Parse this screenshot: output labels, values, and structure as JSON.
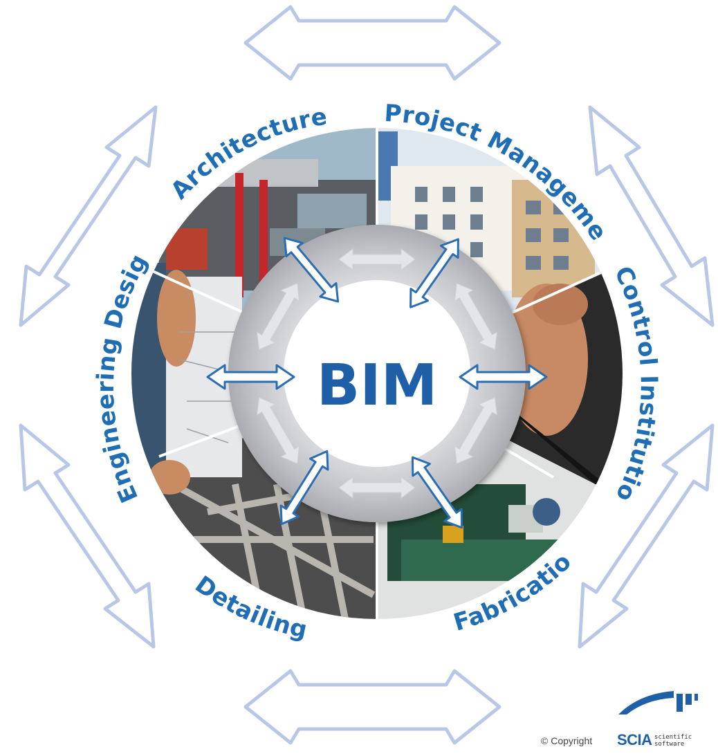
{
  "center": {
    "label": "BIM"
  },
  "segments": [
    {
      "label": "Architecture"
    },
    {
      "label": "Project Management"
    },
    {
      "label": "Control Institution"
    },
    {
      "label": "Fabrication"
    },
    {
      "label": "Detailing"
    },
    {
      "label": "Engineering Design"
    }
  ],
  "footer": {
    "copyright": "© Copyright",
    "brand": "SCIA",
    "tagline_1": "scientific",
    "tagline_2": "software"
  },
  "colors": {
    "label_blue": "#1f6db5",
    "arrow_outline": "#b8c7e6",
    "ring_gray": "#c2c4c8",
    "inner_arrow_blue": "#2a6db3"
  }
}
